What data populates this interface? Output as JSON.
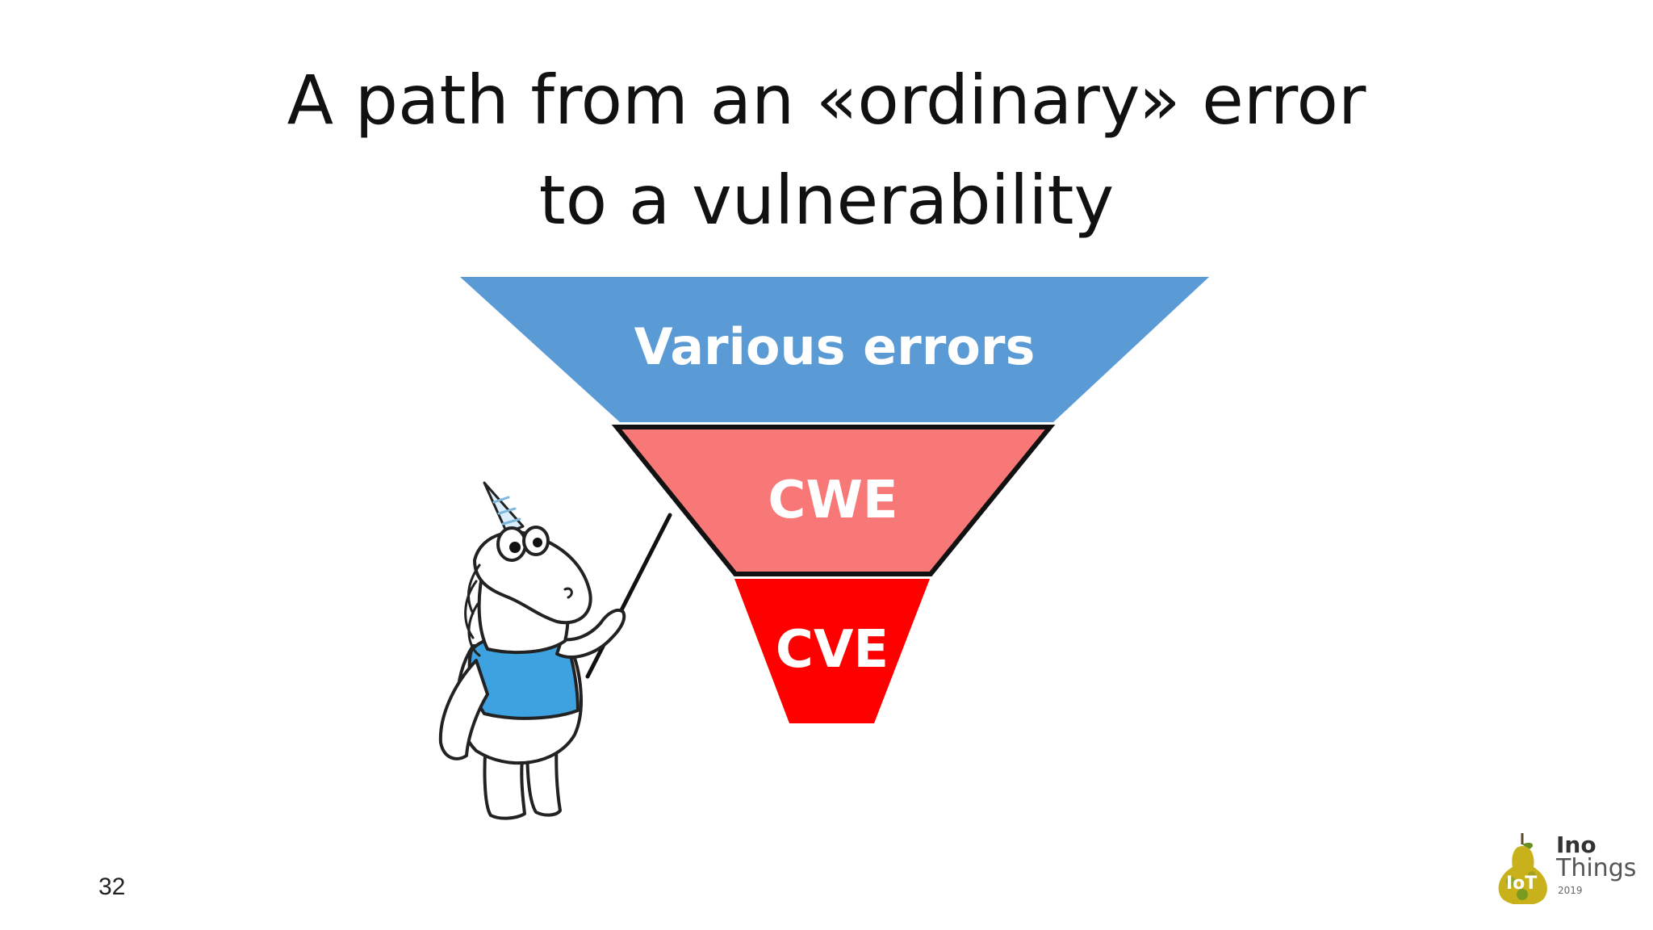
{
  "slide": {
    "title_line1": "A path from an «ordinary» error",
    "title_line2": "to a vulnerability",
    "number": "32"
  },
  "funnel": {
    "levels": [
      {
        "label": "Various errors",
        "color": "#5b9bd5"
      },
      {
        "label": "CWE",
        "color": "#f77876"
      },
      {
        "label": "CVE",
        "color": "#ff0000"
      }
    ]
  },
  "logo": {
    "line1": "Ino",
    "line2": "Things",
    "year": "2019",
    "badge": "IoT",
    "colors": {
      "pear": "#c9b11b",
      "leaf": "#6b8e23"
    }
  },
  "illustration": {
    "icon": "unicorn-mascot-with-pointer-icon",
    "shirt_color": "#3fa2e0"
  }
}
